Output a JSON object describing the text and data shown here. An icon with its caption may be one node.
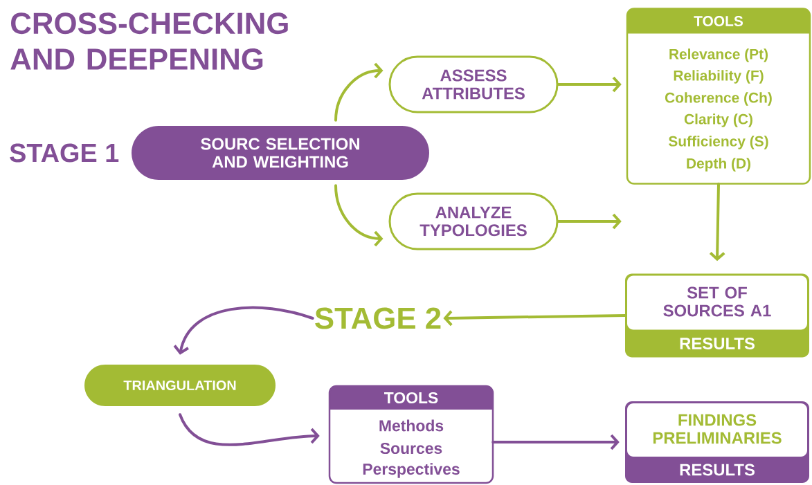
{
  "diagram": {
    "title": "CROSS-CHECKING AND DEEPENING",
    "nodes": [
      {
        "text": [
          "SOURC SELECTION AND WEIGHTING"
        ],
        "beside": [
          "STAGE 1"
        ]
      },
      {
        "text": [
          "ASSESS ATTRIBUTES"
        ]
      },
      {
        "text": [
          "ANALYZE TYPOLOGIES"
        ]
      },
      {
        "text": [
          "TOOLS",
          "Relevance (Pt)",
          "Reliability (F)",
          "Coherence (Ch)",
          "Clarity (C)",
          "Sufficiency (S)",
          "Depth (D)"
        ]
      },
      {
        "text": [
          "SET OF SOURCES A1",
          "RESULTS"
        ]
      },
      {
        "text": [
          "STAGE 2"
        ]
      },
      {
        "text": [
          "TRIANGULATION"
        ]
      },
      {
        "text": [
          "TOOLS",
          "Methods",
          "Sources",
          "Perspectives"
        ]
      },
      {
        "text": [
          "FINDINGS PRELIMINARIES",
          "RESULTS"
        ]
      }
    ],
    "edges": [
      {
        "from": 0,
        "to": 1,
        "arrow": "to"
      },
      {
        "from": 0,
        "to": 2,
        "arrow": "to"
      },
      {
        "from": 1,
        "to": 3,
        "arrow": "to"
      },
      {
        "from": 2,
        "to": 3,
        "arrow": "to"
      },
      {
        "from": 3,
        "to": 4,
        "arrow": "to"
      },
      {
        "from": 4,
        "to": 5,
        "arrow": "to"
      },
      {
        "from": 5,
        "to": 6,
        "arrow": "to",
        "color": "#824f96"
      },
      {
        "from": 6,
        "to": 7,
        "arrow": "to",
        "color": "#824f96"
      },
      {
        "from": 7,
        "to": 8,
        "arrow": "to",
        "color": "#824f96"
      }
    ]
  }
}
